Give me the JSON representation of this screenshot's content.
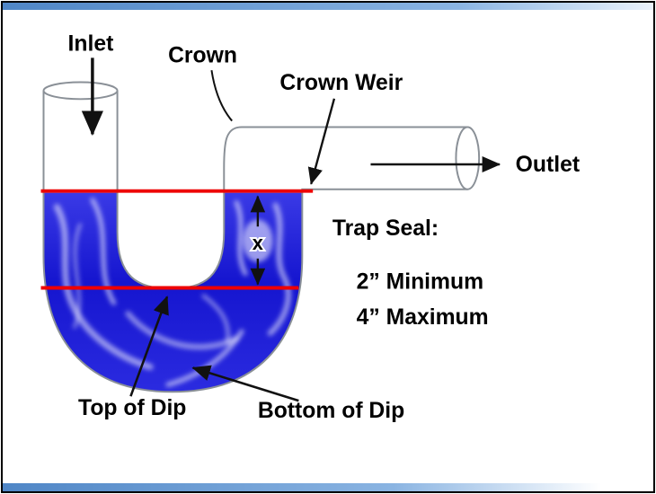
{
  "frame": {
    "background": "#ffffff",
    "border": "#000000"
  },
  "diagram": {
    "labels": {
      "inlet": "Inlet",
      "crown": "Crown",
      "crown_weir": "Crown Weir",
      "outlet": "Outlet",
      "trap_seal_title": "Trap Seal:",
      "trap_seal_min": "2” Minimum",
      "trap_seal_max": "4” Maximum",
      "top_of_dip": "Top of Dip",
      "bottom_of_dip": "Bottom of Dip",
      "seal_dimension": "x"
    },
    "colors": {
      "water": "#1d1dd6",
      "seal_line": "#ee0000",
      "pipe_outline": "#8a9097",
      "annotation": "#111111",
      "accent_bar": "#4f86c6"
    }
  }
}
